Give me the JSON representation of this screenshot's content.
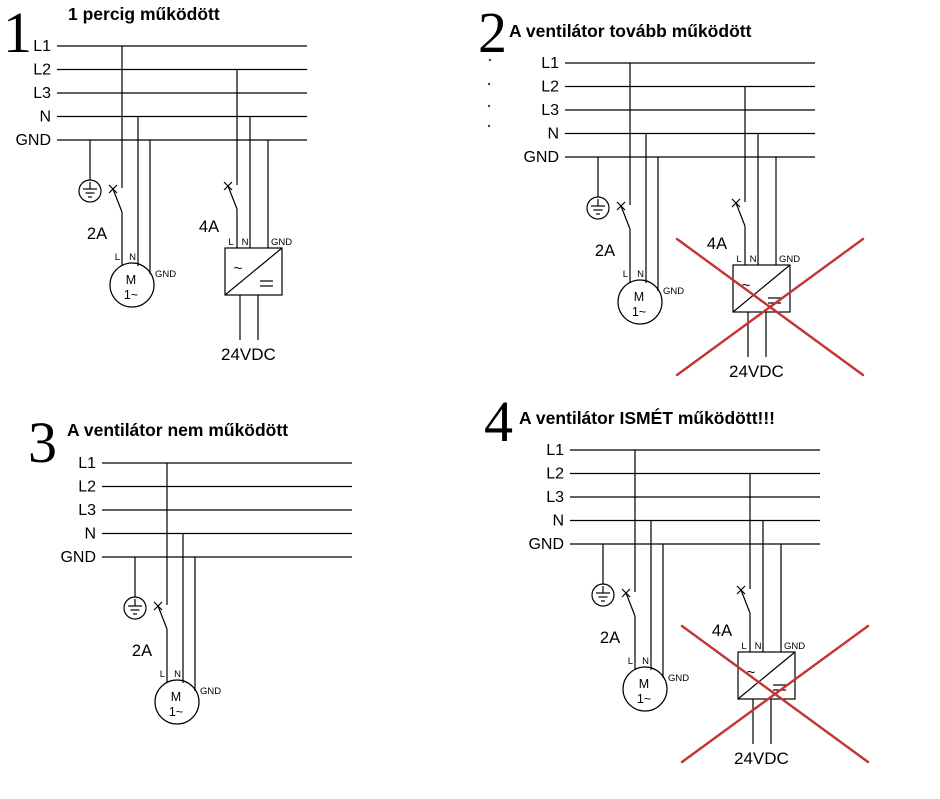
{
  "figure": {
    "number_color": "#1c1cb4",
    "cross_color": "#c53434"
  },
  "panels": [
    {
      "number": "1",
      "title": "1 percig működött",
      "bus": [
        "L1",
        "L2",
        "L3",
        "N",
        "GND"
      ],
      "motor_breaker": "2A",
      "motor": {
        "letter": "M",
        "phase": "1~",
        "l": "L",
        "n": "N",
        "gnd": "GND"
      },
      "psu": {
        "breaker": "4A",
        "l": "L",
        "n": "N",
        "gnd": "GND",
        "ac": "~",
        "output": "24VDC",
        "crossed_out": false
      }
    },
    {
      "number": "2",
      "title": "A ventilátor tovább működött",
      "bus": [
        "L1",
        "L2",
        "L3",
        "N",
        "GND"
      ],
      "motor_breaker": "2A",
      "motor": {
        "letter": "M",
        "phase": "1~",
        "l": "L",
        "n": "N",
        "gnd": "GND"
      },
      "psu": {
        "breaker": "4A",
        "l": "L",
        "n": "N",
        "gnd": "GND",
        "ac": "~",
        "output": "24VDC",
        "crossed_out": true
      }
    },
    {
      "number": "3",
      "title": "A ventilátor nem működött",
      "bus": [
        "L1",
        "L2",
        "L3",
        "N",
        "GND"
      ],
      "motor_breaker": "2A",
      "motor": {
        "letter": "M",
        "phase": "1~",
        "l": "L",
        "n": "N",
        "gnd": "GND"
      },
      "psu": null
    },
    {
      "number": "4",
      "title": "A ventilátor ISMÉT működött!!!",
      "bus": [
        "L1",
        "L2",
        "L3",
        "N",
        "GND"
      ],
      "motor_breaker": "2A",
      "motor": {
        "letter": "M",
        "phase": "1~",
        "l": "L",
        "n": "N",
        "gnd": "GND"
      },
      "psu": {
        "breaker": "4A",
        "l": "L",
        "n": "N",
        "gnd": "GND",
        "ac": "~",
        "output": "24VDC",
        "crossed_out": true
      }
    }
  ]
}
